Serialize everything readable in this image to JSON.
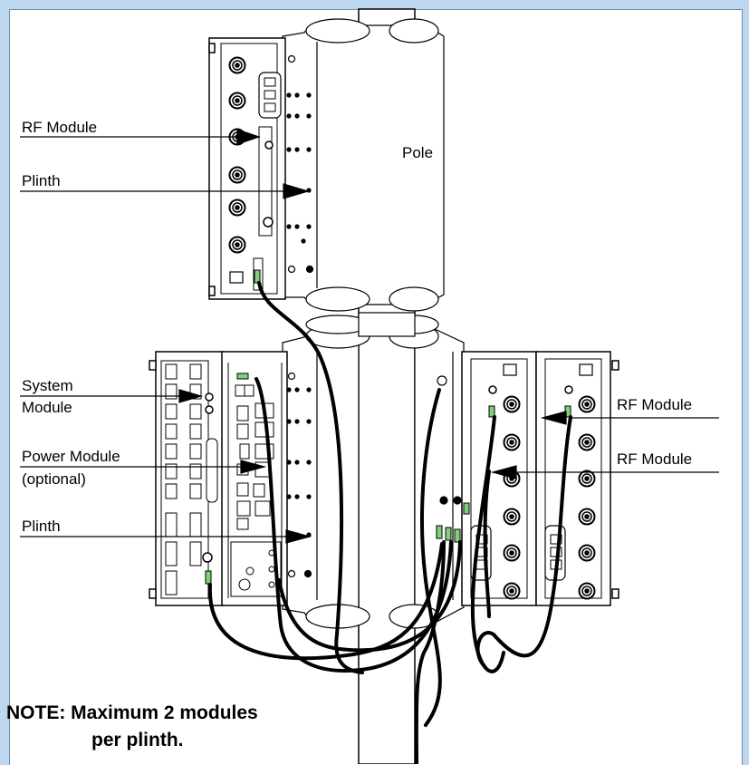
{
  "labels": {
    "rf_module_top": "RF Module",
    "plinth_top": "Plinth",
    "pole": "Pole",
    "system_module_1": "System",
    "system_module_2": "Module",
    "power_module_1": "Power Module",
    "power_module_2": "(optional)",
    "plinth_bottom": "Plinth",
    "rf_module_right_1": "RF Module",
    "rf_module_right_2": "RF Module"
  },
  "note": {
    "line1": "NOTE: Maximum 2 modules",
    "line2": "per plinth."
  }
}
